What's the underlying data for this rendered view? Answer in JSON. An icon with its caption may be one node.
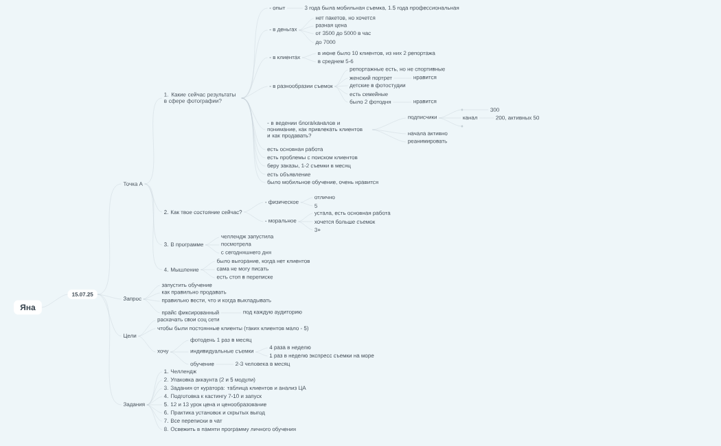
{
  "diagram": {
    "nodes": [
      {
        "text": [
          "Яна"
        ]
      },
      {
        "text": [
          "15.07.25"
        ]
      },
      {
        "text": [
          "Точка А"
        ]
      },
      {
        "text": [
          "1. Какие сейчас результаты в сфере фотографии?"
        ]
      },
      {
        "text": [
          "- опыт"
        ]
      },
      {
        "text": [
          "3 года была мобильная съемка, 1.5 года профессиональная"
        ]
      },
      {
        "text": [
          "- в деньгах"
        ]
      },
      {
        "text": [
          "нет пакетов, но хочется"
        ]
      },
      {
        "text": [
          "разная цена"
        ]
      },
      {
        "text": [
          "от 3500 до 5000 в час"
        ]
      },
      {
        "text": [
          "до 7000"
        ]
      },
      {
        "text": [
          "- в клиентах"
        ]
      },
      {
        "text": [
          "в июне было 10 клиентов, из них 2 репортажа"
        ]
      },
      {
        "text": [
          "в среднем 5-6"
        ]
      },
      {
        "text": [
          "- в разнообразии съемок"
        ]
      },
      {
        "text": [
          "репортажные есть, но не спортивные"
        ]
      },
      {
        "text": [
          "женский портрет"
        ]
      },
      {
        "text": [
          "нравится"
        ]
      },
      {
        "text": [
          "детские в фотостудии"
        ]
      },
      {
        "text": [
          "есть семейные"
        ]
      },
      {
        "text": [
          "было 2 фотодня"
        ]
      },
      {
        "text": [
          "нравится"
        ]
      },
      {
        "text": [
          "- в ведении блога/каналов и понимание, как привлекать клиентов и как продавать?"
        ]
      },
      {
        "text": [
          "подписчики"
        ]
      },
      {
        "text": [],
        "shape": "dot"
      },
      {
        "text": [
          "300"
        ]
      },
      {
        "text": [
          "канал"
        ]
      },
      {
        "text": [
          "200, активных 50"
        ]
      },
      {
        "text": [],
        "shape": "dot"
      },
      {
        "text": [
          "начала активно"
        ]
      },
      {
        "text": [
          "реанимировать"
        ]
      },
      {
        "text": [
          "есть основная работа"
        ]
      },
      {
        "text": [
          "есть проблемы с поиском клиентов"
        ]
      },
      {
        "text": [
          "беру заказы, 1-2 съемки в месяц"
        ]
      },
      {
        "text": [
          "есть объявление"
        ]
      },
      {
        "text": [
          "было мобильное обучение, очень нравится"
        ]
      },
      {
        "text": [
          "2. Как твое состояние сейчас?"
        ]
      },
      {
        "text": [
          "- физическое"
        ]
      },
      {
        "text": [
          "отлично"
        ]
      },
      {
        "text": [
          "5"
        ]
      },
      {
        "text": [
          "- моральное"
        ]
      },
      {
        "text": [
          "устала, есть основная работа"
        ]
      },
      {
        "text": [
          "хочется больше съемок"
        ]
      },
      {
        "text": [
          "3+"
        ]
      },
      {
        "text": [
          "3. В программе"
        ]
      },
      {
        "text": [
          "челлендж запустила"
        ]
      },
      {
        "text": [
          "посмотрела"
        ]
      },
      {
        "text": [
          "с сегодняшнего дня"
        ]
      },
      {
        "text": [
          "4. Мышление"
        ]
      },
      {
        "text": [
          "было выгорание, когда нет клиентов"
        ]
      },
      {
        "text": [
          "сама не могу писать"
        ]
      },
      {
        "text": [
          "есть стоп в переписке"
        ]
      },
      {
        "text": [
          "Запрос"
        ]
      },
      {
        "text": [
          "запустить обучение"
        ]
      },
      {
        "text": [
          "как правильно продавать"
        ]
      },
      {
        "text": [
          "правильно вести, что и когда выкладывать"
        ]
      },
      {
        "text": [
          "прайс фиксированный"
        ]
      },
      {
        "text": [
          "под каждую аудиторию"
        ]
      },
      {
        "text": [
          "Цели"
        ]
      },
      {
        "text": [
          "раскачать свои соц сети"
        ]
      },
      {
        "text": [
          "чтобы были постоянные клиенты (таких клиентов мало - 5)"
        ]
      },
      {
        "text": [
          "хочу"
        ]
      },
      {
        "text": [
          "фотодень 1 раз в месяц"
        ]
      },
      {
        "text": [
          "индивидуальные съемки"
        ]
      },
      {
        "text": [
          "4 раза в неделю"
        ]
      },
      {
        "text": [
          "1 раз в неделю экспресс съемки на море"
        ]
      },
      {
        "text": [
          "обучение"
        ]
      },
      {
        "text": [
          "2-3 человека в месяц"
        ]
      },
      {
        "text": [
          "Задания"
        ]
      },
      {
        "text": [
          "1. Челлендж"
        ]
      },
      {
        "text": [
          "2. Упаковка аккаунта (2 и 5 модули)"
        ]
      },
      {
        "text": [
          "3. Задания от куратора: таблица клиентов и анализ ЦА"
        ]
      },
      {
        "text": [
          "4. Подготовка к кастингу 7-10 и запуск"
        ]
      },
      {
        "text": [
          "5. 12 и 13 урок цена и ценообразование"
        ]
      },
      {
        "text": [
          "6. Практика установок и скрытых выгод"
        ]
      },
      {
        "text": [
          "7. Все переписки в чат"
        ]
      },
      {
        "text": [
          "8. Освежить в памяти программу личного обучения"
        ]
      }
    ],
    "edges": [
      {
        "from": 0,
        "to": 1,
        "arrow": "none"
      },
      {
        "from": 1,
        "to": 2,
        "arrow": "none"
      },
      {
        "from": 2,
        "to": 3,
        "arrow": "none"
      },
      {
        "from": 3,
        "to": 4,
        "arrow": "none"
      },
      {
        "from": 4,
        "to": 5,
        "arrow": "none"
      },
      {
        "from": 3,
        "to": 6,
        "arrow": "none"
      },
      {
        "from": 6,
        "to": 7,
        "arrow": "none"
      },
      {
        "from": 6,
        "to": 8,
        "arrow": "none"
      },
      {
        "from": 6,
        "to": 9,
        "arrow": "none"
      },
      {
        "from": 6,
        "to": 10,
        "arrow": "none"
      },
      {
        "from": 3,
        "to": 11,
        "arrow": "none"
      },
      {
        "from": 11,
        "to": 12,
        "arrow": "none"
      },
      {
        "from": 11,
        "to": 13,
        "arrow": "none"
      },
      {
        "from": 3,
        "to": 14,
        "arrow": "none"
      },
      {
        "from": 14,
        "to": 15,
        "arrow": "none"
      },
      {
        "from": 14,
        "to": 16,
        "arrow": "none"
      },
      {
        "from": 16,
        "to": 17,
        "arrow": "none"
      },
      {
        "from": 14,
        "to": 18,
        "arrow": "none"
      },
      {
        "from": 14,
        "to": 19,
        "arrow": "none"
      },
      {
        "from": 14,
        "to": 20,
        "arrow": "none"
      },
      {
        "from": 20,
        "to": 21,
        "arrow": "none"
      },
      {
        "from": 3,
        "to": 22,
        "arrow": "none"
      },
      {
        "from": 22,
        "to": 23,
        "arrow": "none"
      },
      {
        "from": 23,
        "to": 24,
        "arrow": "none"
      },
      {
        "from": 24,
        "to": 25,
        "arrow": "none"
      },
      {
        "from": 23,
        "to": 26,
        "arrow": "none"
      },
      {
        "from": 26,
        "to": 27,
        "arrow": "none"
      },
      {
        "from": 23,
        "to": 28,
        "arrow": "none"
      },
      {
        "from": 22,
        "to": 29,
        "arrow": "none"
      },
      {
        "from": 22,
        "to": 30,
        "arrow": "none"
      },
      {
        "from": 3,
        "to": 31,
        "arrow": "none"
      },
      {
        "from": 3,
        "to": 32,
        "arrow": "none"
      },
      {
        "from": 3,
        "to": 33,
        "arrow": "none"
      },
      {
        "from": 3,
        "to": 34,
        "arrow": "none"
      },
      {
        "from": 3,
        "to": 35,
        "arrow": "none"
      },
      {
        "from": 2,
        "to": 36,
        "arrow": "none"
      },
      {
        "from": 36,
        "to": 37,
        "arrow": "none"
      },
      {
        "from": 37,
        "to": 38,
        "arrow": "none"
      },
      {
        "from": 37,
        "to": 39,
        "arrow": "none"
      },
      {
        "from": 36,
        "to": 40,
        "arrow": "none"
      },
      {
        "from": 40,
        "to": 41,
        "arrow": "none"
      },
      {
        "from": 40,
        "to": 42,
        "arrow": "none"
      },
      {
        "from": 40,
        "to": 43,
        "arrow": "none"
      },
      {
        "from": 2,
        "to": 44,
        "arrow": "none"
      },
      {
        "from": 44,
        "to": 45,
        "arrow": "none"
      },
      {
        "from": 44,
        "to": 46,
        "arrow": "none"
      },
      {
        "from": 44,
        "to": 47,
        "arrow": "none"
      },
      {
        "from": 2,
        "to": 48,
        "arrow": "none"
      },
      {
        "from": 48,
        "to": 49,
        "arrow": "none"
      },
      {
        "from": 48,
        "to": 50,
        "arrow": "none"
      },
      {
        "from": 48,
        "to": 51,
        "arrow": "none"
      },
      {
        "from": 1,
        "to": 52,
        "arrow": "none"
      },
      {
        "from": 52,
        "to": 53,
        "arrow": "none"
      },
      {
        "from": 52,
        "to": 54,
        "arrow": "none"
      },
      {
        "from": 52,
        "to": 55,
        "arrow": "none"
      },
      {
        "from": 52,
        "to": 56,
        "arrow": "none"
      },
      {
        "from": 56,
        "to": 57,
        "arrow": "none"
      },
      {
        "from": 1,
        "to": 58,
        "arrow": "none"
      },
      {
        "from": 58,
        "to": 59,
        "arrow": "none"
      },
      {
        "from": 58,
        "to": 60,
        "arrow": "none"
      },
      {
        "from": 58,
        "to": 61,
        "arrow": "none"
      },
      {
        "from": 61,
        "to": 62,
        "arrow": "none"
      },
      {
        "from": 61,
        "to": 63,
        "arrow": "none"
      },
      {
        "from": 63,
        "to": 64,
        "arrow": "none"
      },
      {
        "from": 63,
        "to": 65,
        "arrow": "none"
      },
      {
        "from": 61,
        "to": 66,
        "arrow": "none"
      },
      {
        "from": 66,
        "to": 67,
        "arrow": "none"
      },
      {
        "from": 1,
        "to": 68,
        "arrow": "none"
      },
      {
        "from": 68,
        "to": 69,
        "arrow": "none"
      },
      {
        "from": 68,
        "to": 70,
        "arrow": "none"
      },
      {
        "from": 68,
        "to": 71,
        "arrow": "none"
      },
      {
        "from": 68,
        "to": 72,
        "arrow": "none"
      },
      {
        "from": 68,
        "to": 73,
        "arrow": "none"
      },
      {
        "from": 68,
        "to": 74,
        "arrow": "none"
      },
      {
        "from": 68,
        "to": 75,
        "arrow": "none"
      },
      {
        "from": 68,
        "to": 76,
        "arrow": "none"
      }
    ]
  }
}
